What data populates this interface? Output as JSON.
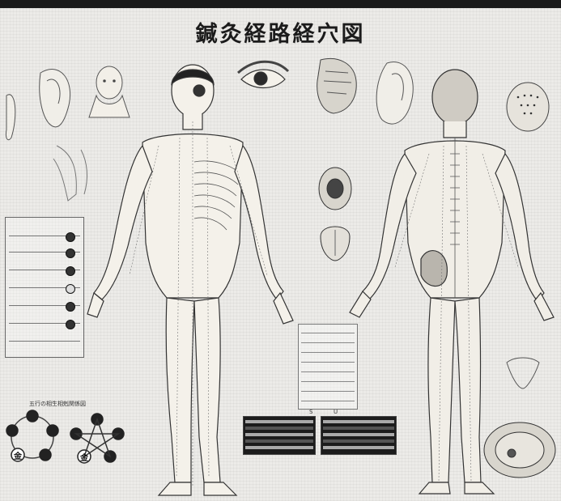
{
  "poster": {
    "title": "鍼灸経路経穴図",
    "five_elements_caption": "五行の相生相剋関係図",
    "wheel_left_symbol": "金",
    "wheel_right_symbol": "金",
    "panel_left_label": "S",
    "panel_right_label": "U"
  },
  "colors": {
    "paper": "#ecebe8",
    "ink": "#1b1b1b",
    "skin": "#f4f1ea"
  },
  "icons": [
    "ear-icon",
    "head-icon",
    "eye-icon",
    "nose-icon",
    "mouth-icon",
    "tongue-icon",
    "skull-icon"
  ]
}
